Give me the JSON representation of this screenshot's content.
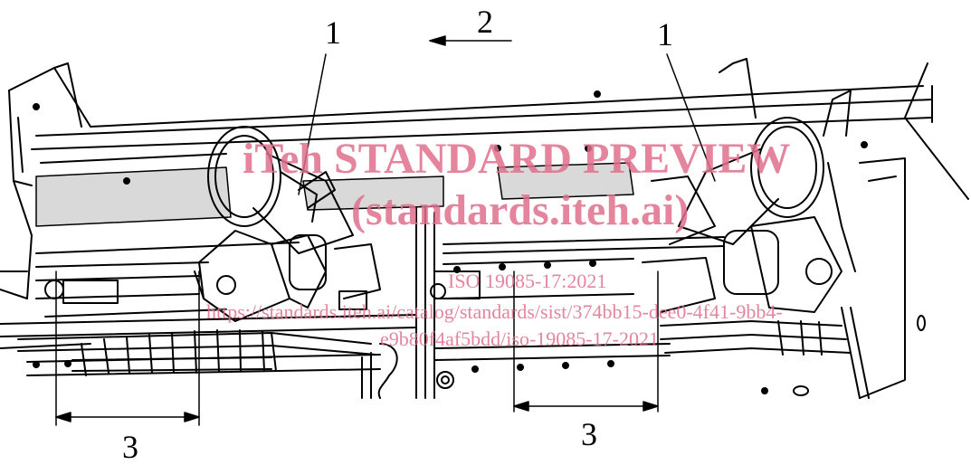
{
  "callouts": {
    "label_1_left": "1",
    "label_1_right": "1",
    "label_2": "2",
    "label_3_left": "3",
    "label_3_right": "3"
  },
  "watermark": {
    "line1": "iTeh STANDARD PREVIEW",
    "line2": "(standards.iteh.ai)",
    "line3": "ISO 19085-17:2021",
    "line4": "https://standards.iteh.ai/catalog/standards/sist/374bb15-dee0-4f41-9bb4-",
    "line5": "e9b80f4af5bdd/iso-19085-17-2021"
  },
  "colors": {
    "line": "#000000",
    "watermark": "#e0708c",
    "shade": "#d9d9d9"
  }
}
